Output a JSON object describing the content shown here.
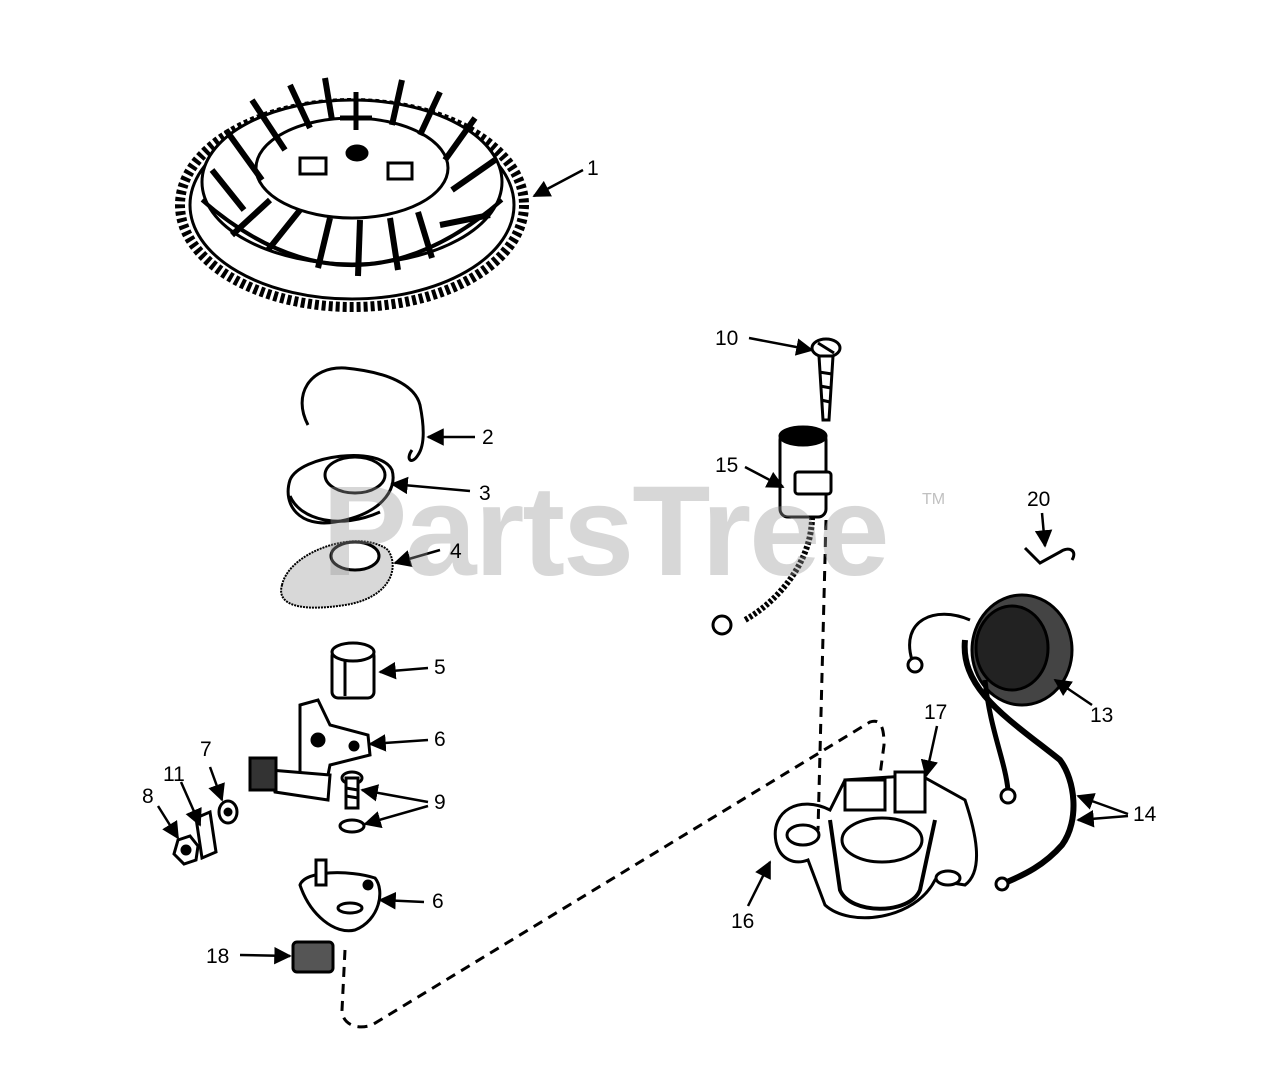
{
  "watermark": {
    "text": "PartsTree",
    "trademark": "TM"
  },
  "colors": {
    "ink": "#000000",
    "background": "#ffffff",
    "watermark": "#969696"
  },
  "callouts": {
    "c1": "1",
    "c2": "2",
    "c3": "3",
    "c4": "4",
    "c5": "5",
    "c6a": "6",
    "c6b": "6",
    "c7": "7",
    "c8": "8",
    "c9": "9",
    "c10": "10",
    "c11": "11",
    "c13": "13",
    "c14": "14",
    "c15": "15",
    "c16": "16",
    "c17": "17",
    "c18": "18",
    "c20": "20"
  }
}
